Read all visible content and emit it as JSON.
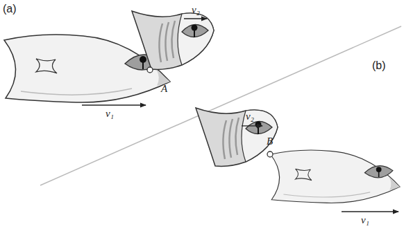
{
  "diagram": {
    "labels": [
      "(a)",
      "v₂",
      "A",
      "v₁",
      "(b)",
      "v₂",
      "B",
      "v₁"
    ]
  }
}
